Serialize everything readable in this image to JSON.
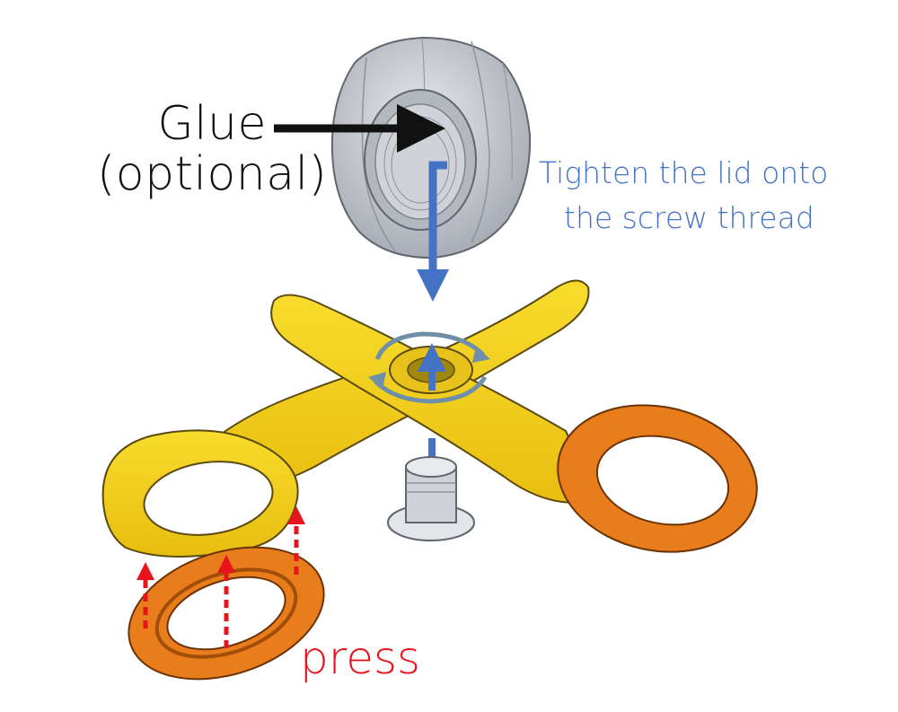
{
  "labels": {
    "glue_line1": "Glue",
    "glue_line2": "(optional)",
    "tighten_line1": "Tighten the lid onto",
    "tighten_line2": "the screw thread",
    "press": "press"
  },
  "colors": {
    "yellow": "#f5d21a",
    "orange": "#e97d1c",
    "gray_lid": "#c9ccd2",
    "blue_arrow": "#4472c4",
    "red_arrow": "#e8141c",
    "black_arrow": "#111111"
  },
  "icons": [
    "black-arrow-icon",
    "blue-elbow-arrow-icon",
    "rotate-arrows-icon",
    "red-dashed-arrow-icon"
  ]
}
